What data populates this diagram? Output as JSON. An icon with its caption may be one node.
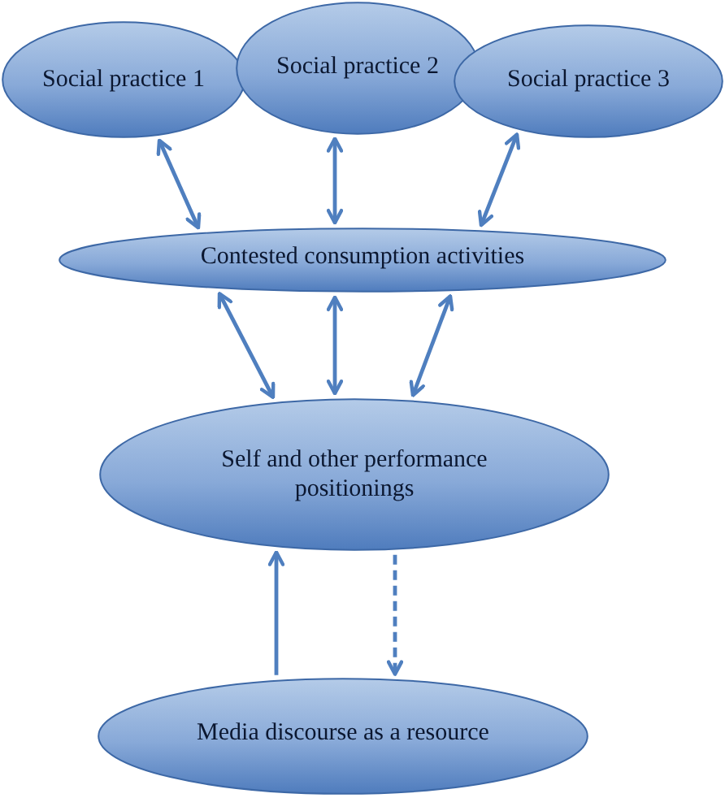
{
  "diagram": {
    "nodes": [
      {
        "text": [
          "Social practice 1"
        ]
      },
      {
        "text": [
          "Social practice 2"
        ]
      },
      {
        "text": [
          "Social practice 3"
        ]
      },
      {
        "text": [
          "Contested consumption activities"
        ]
      },
      {
        "text": [
          "Self and other performance positionings"
        ]
      },
      {
        "text": [
          "Media discourse as a resource"
        ]
      }
    ],
    "edges": [
      {
        "from": 0,
        "to": 3,
        "arrow": "both"
      },
      {
        "from": 1,
        "to": 3,
        "arrow": "both"
      },
      {
        "from": 2,
        "to": 3,
        "arrow": "both"
      },
      {
        "from": 3,
        "to": 4,
        "arrow": "both"
      },
      {
        "from": 3,
        "to": 4,
        "arrow": "both"
      },
      {
        "from": 3,
        "to": 4,
        "arrow": "both"
      },
      {
        "from": 5,
        "to": 4,
        "arrow": "to"
      },
      {
        "from": 4,
        "to": 5,
        "arrow": "to",
        "style": "dashed"
      }
    ]
  }
}
